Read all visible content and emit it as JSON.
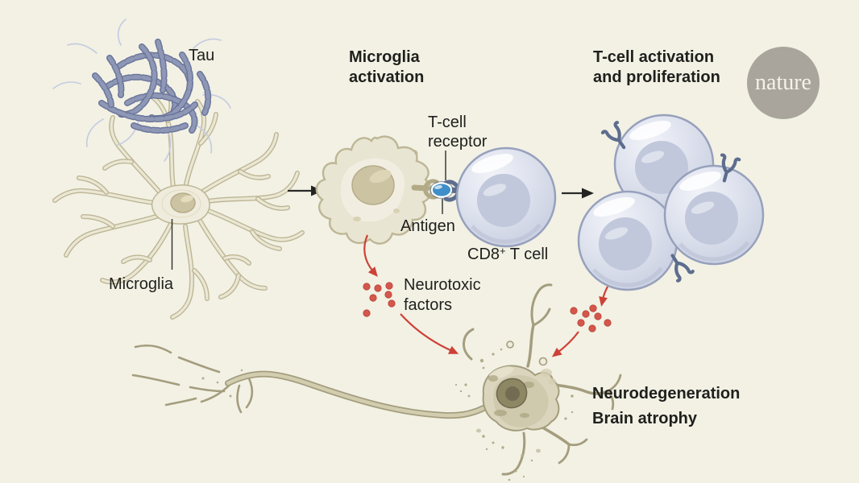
{
  "labels": {
    "tau": "Tau",
    "microglia": "Microglia",
    "microglia_activation": {
      "line1": "Microglia",
      "line2": "activation"
    },
    "tcell_receptor": {
      "line1": "T-cell",
      "line2": "receptor"
    },
    "antigen": "Antigen",
    "cd8": {
      "base": "CD8",
      "sup": "+",
      "rest": " T cell"
    },
    "tcell_activation": {
      "line1": "T-cell activation",
      "line2": "and proliferation"
    },
    "neurotoxic": {
      "line1": "Neurotoxic",
      "line2": "factors"
    },
    "outcome": {
      "line1": "Neurodegeneration",
      "line2": "Brain atrophy"
    },
    "logo": "nature"
  },
  "colors": {
    "bg": "#f2f1e4",
    "ink": "#1f1f1d",
    "leader": "#2f2f2d",
    "red": "#cd4136",
    "red_dot": "#d5564b",
    "tau_bead": "#8e97b5",
    "tau_bead_dark": "#69749a",
    "tau_wisp": "#c4cbe0",
    "glia_outline": "#bdb695",
    "glia_inner": "#ebe7d4",
    "glia_body": "#efecdd",
    "glia_fill": "#e9e5d3",
    "glia_nucleus": "#ccc3a3",
    "cell_rim": "#97a1bc",
    "cell_fill": "#d5dae8",
    "cell_nucleus": "#c1c8dc",
    "receptor": "#5d6d8e",
    "antigen": "#3e8ec9",
    "mhc": "#b2aa86",
    "neuron_stroke": "#a49d7e",
    "neuron_fill": "#dad5bc",
    "neuron_shade": "#c7c1a1",
    "neuron_nucleus": "#8d8763",
    "neuron_nucleus_dark": "#6f6950",
    "debris": "#b3ac8c",
    "nature_bg": "#a9a59c",
    "nature_text": "#f4f3ea"
  }
}
